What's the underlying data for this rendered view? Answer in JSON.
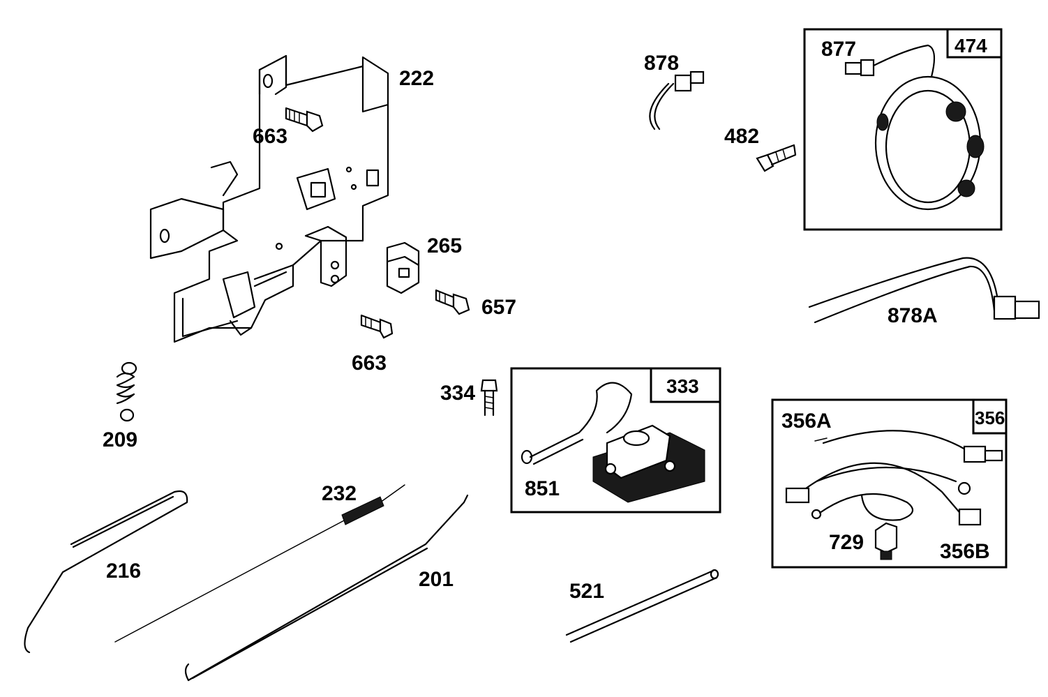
{
  "labels": {
    "l222": "222",
    "l663a": "663",
    "l265": "265",
    "l657": "657",
    "l663b": "663",
    "l209": "209",
    "l232": "232",
    "l216": "216",
    "l201": "201",
    "l334": "334",
    "l521": "521",
    "l878": "878",
    "l482": "482",
    "l877": "877",
    "l878A": "878A",
    "l851": "851",
    "l356A": "356A",
    "l729": "729",
    "l356B": "356B"
  },
  "kit_boxes": {
    "b474": "474",
    "b333": "333",
    "b356": "356"
  }
}
